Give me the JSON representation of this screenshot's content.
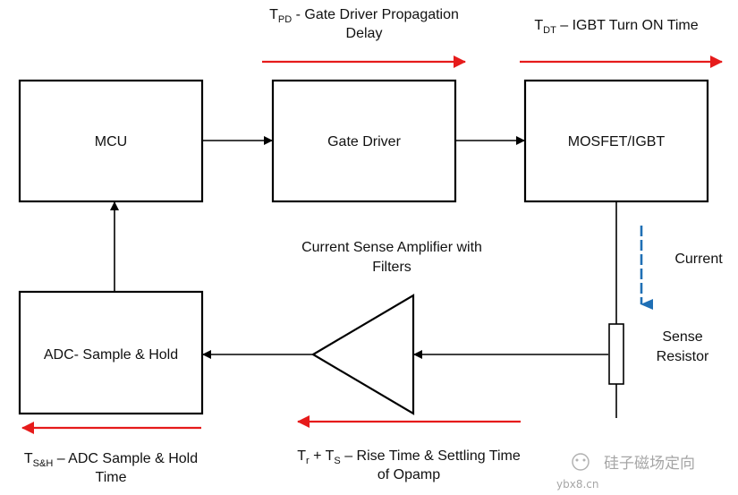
{
  "blocks": {
    "mcu": "MCU",
    "gate_driver": "Gate Driver",
    "mosfet": "MOSFET/IGBT",
    "adc": "ADC- Sample & Hold"
  },
  "labels": {
    "tpd_main": "T",
    "tpd_sub": "PD",
    "tpd_line1": " - Gate Driver Propagation",
    "tpd_line2": "Delay",
    "tdt_main": "T",
    "tdt_sub": "DT",
    "tdt_text": " – IGBT Turn ON Time",
    "csa_line1": "Current Sense Amplifier with",
    "csa_line2": "Filters",
    "current": "Current",
    "sense_line1": "Sense",
    "sense_line2": "Resistor",
    "tsh_main": "T",
    "tsh_sub": "S&H",
    "tsh_line1": " – ADC Sample & Hold",
    "tsh_line2": "Time",
    "tr_main": "T",
    "tr_sub": "r",
    "tr_plus": " + T",
    "ts_sub": "S",
    "tr_line1": " – Rise Time & Settling Time",
    "tr_line2": "of Opamp"
  },
  "watermark": {
    "text": "硅子磁场定向",
    "site": "ybx8.cn"
  },
  "colors": {
    "timing_arrow": "#e61b1b",
    "current_arrow": "#1f6fb5",
    "stroke": "#000000"
  }
}
